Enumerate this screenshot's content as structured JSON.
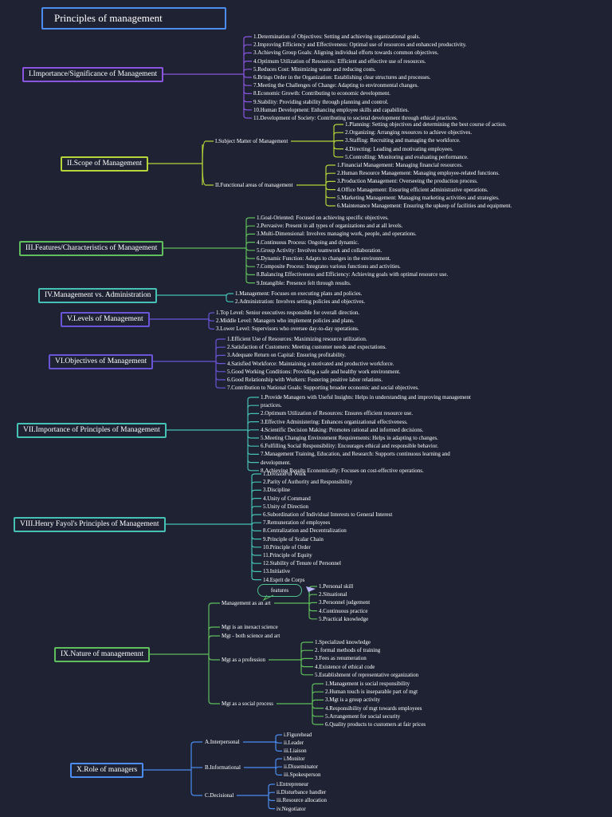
{
  "title": "Principles of management",
  "colors": {
    "background": "#1f2233",
    "spine": "#8a56e0",
    "scope": "#b5d63a",
    "features": "#5fbf5c",
    "teal": "#45c1b6",
    "violet": "#6a54d8",
    "blue": "#4b8df0"
  },
  "sections": [
    {
      "id": "s1",
      "label": "I.Importance/Significance of Management",
      "color": "#8a56e0",
      "items": [
        "1.Determination of Objectives: Setting and achieving organizational goals.",
        "2.Improving Efficiency and Effectiveness: Optimal use of resources and enhanced productivity.",
        "3.Achieving Group Goals: Aligning individual efforts towards common objectives.",
        "4.Optimum Utilization of Resources: Efficient and effective use of resources.",
        "5.Reduces Cost: Minimizing waste and reducing costs.",
        "6.Brings Order in the Organization: Establishing clear structures and processes.",
        "7.Meeting the Challenges of Change: Adapting to environmental changes.",
        "8.Economic Growth: Contributing to economic development.",
        "9.Stability: Providing stability through planning and control.",
        "10.Human Development: Enhancing employee skills and capabilities.",
        "11.Development of Society: Contributing to societal development through ethical practices."
      ]
    },
    {
      "id": "s2",
      "label": "II.Scope of Management",
      "color": "#b5d63a",
      "subs": [
        {
          "label": "I.Subject Matter of Management",
          "items": [
            "1.Planning: Setting objectives and determining the best course of action.",
            "2.Organizing: Arranging resources to achieve objectives.",
            "3.Staffing: Recruiting and managing the workforce.",
            "4.Directing: Leading and motivating employees.",
            "5.Controlling: Monitoring and evaluating performance."
          ]
        },
        {
          "label": "II.Functional areas of management",
          "items": [
            "1.Financial Management: Managing financial resources.",
            "2.Human Resource Management: Managing employee-related functions.",
            "3.Production Management: Overseeing the production process.",
            "4.Office Management: Ensuring efficient administrative operations.",
            "5.Marketing Management: Managing marketing activities and strategies.",
            "6.Maintenance Management: Ensuring the upkeep of facilities and equipment."
          ]
        }
      ]
    },
    {
      "id": "s3",
      "label": "III.Features/Characteristics of Management",
      "color": "#5fbf5c",
      "items": [
        "1.Goal-Oriented: Focused on achieving specific objectives.",
        "2.Pervasive: Present in all types of organizations and at all levels.",
        "3.Multi-Dimensional: Involves managing work, people, and operations.",
        "4.Continuous Process: Ongoing and dynamic.",
        "5.Group Activity: Involves teamwork and collaboration.",
        "6.Dynamic Function: Adapts to changes in the environment.",
        "7.Composite Process: Integrates various functions and activities.",
        "8.Balancing Effectiveness and Efficiency: Achieving goals with optimal resource use.",
        "9.Intangible: Presence felt through results."
      ]
    },
    {
      "id": "s4",
      "label": "IV.Management vs. Administration",
      "color": "#45c1b6",
      "items": [
        "1.Management: Focuses on executing plans and policies.",
        "2.Administration: Involves setting policies and objectives."
      ]
    },
    {
      "id": "s5",
      "label": "V.Levels of Management",
      "color": "#6a54d8",
      "items": [
        "1.Top Level: Senior executives responsible for overall direction.",
        "2.Middle Level: Managers who implement policies and plans.",
        "3.Lower Level: Supervisors who oversee day-to-day operations."
      ]
    },
    {
      "id": "s6",
      "label": "VI.Objectives of Management",
      "color": "#6a54d8",
      "items": [
        "1.Efficient Use of Resources: Maximizing resource utilization.",
        "2.Satisfaction of Customers: Meeting customer needs and expectations.",
        "3.Adequate Return on Capital: Ensuring profitability.",
        "4.Satisfied Workforce: Maintaining a motivated and productive workforce.",
        "5.Good Working Conditions: Providing a safe and healthy work environment.",
        "6.Good Relationship with Workers: Fostering positive labor relations.",
        "7.Contribution to National Goals: Supporting broader economic and social objectives."
      ]
    },
    {
      "id": "s7",
      "label": "VII.Importance of Principles of Management",
      "color": "#45c1b6",
      "items": [
        "1.Provide Managers with Useful Insights: Helps in understanding and improving management",
        "practices.",
        "2.Optimum Utilization of Resources: Ensures efficient resource use.",
        "3.Effective Administering: Enhances organizational effectiveness.",
        "4.Scientific Decision Making: Promotes rational and informed decisions.",
        "5.Meeting Changing Environment Requirements: Helps in adapting to changes.",
        "6.Fulfilling Social Responsibility: Encourages ethical and responsible behavior.",
        "7.Management Training, Education, and Research: Supports continuous learning and",
        "development.",
        "8.Achieving Results Economically: Focuses on cost-effective operations."
      ]
    },
    {
      "id": "s8",
      "label": "VIII.Henry Fayol's Principles of Management",
      "color": "#45c1b6",
      "items": [
        "1.Division of Work",
        "2.Parity of Authority and Responsibility",
        "3.Discipline",
        "4.Unity of Command",
        "5.Unity of Direction",
        "6.Subordination of Individual Interests to General Interest",
        "7.Remuneration of employees",
        "8.Centralization and Decentralization",
        "9.Principle of Scalar Chain",
        "10.Principle of  Order",
        "11.Principle of Equity",
        "12.Stability of Tenure of Personnel",
        "13.Initiative",
        "14.Esprit de Corps"
      ]
    },
    {
      "id": "s9",
      "label": "IX.Nature of managemennt",
      "color": "#5fbf5c",
      "callout": "features",
      "subs": [
        {
          "label": "Management as an art",
          "items": [
            "1.Personal skill",
            "2.Situational",
            "3.Personnel judgement",
            "4.Continuous practice",
            "5.Practical knowledge"
          ]
        },
        {
          "label": "Mgt is an inexact science",
          "items": []
        },
        {
          "label": "Mgt - both science and art",
          "items": []
        },
        {
          "label": "Mgt as  a profession",
          "items": [
            "1.Specialized knowledge",
            "2. formal methods of training",
            "3.Fees as renumeration",
            "4.Existence of ethical code",
            "5.Establishment of representative organization"
          ]
        },
        {
          "label": "Mgt as a social process",
          "items": [
            "1.Management is social responsibility",
            "2.Human touch is inseparable part of mgt",
            "3.Mgt is a group activity",
            "4.Responsibility of mgt towards employees",
            "5.Arrangement for social security",
            "6.Quality products to customers at fair prices"
          ]
        }
      ]
    },
    {
      "id": "s10",
      "label": "X.Role of managers",
      "color": "#4b8df0",
      "subs": [
        {
          "label": "A.Interpersonal",
          "items": [
            "i.Figurehead",
            "ii.Leader",
            "iii.Liaison"
          ]
        },
        {
          "label": "B.Informational",
          "items": [
            "i.Monitor",
            "ii.Disseminator",
            "iii.Spokesperson"
          ]
        },
        {
          "label": "C.Decisional",
          "items": [
            "i.Entrepreneur",
            "ii.Disturbance handler",
            "iii.Resource allocation",
            "iv.Negotiator"
          ]
        }
      ]
    }
  ]
}
